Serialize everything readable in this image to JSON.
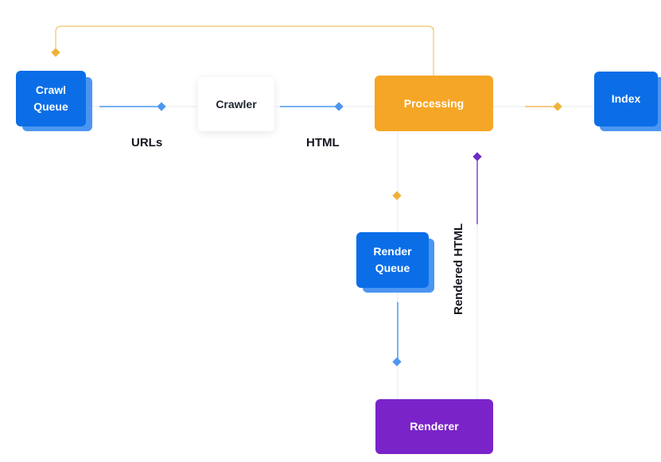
{
  "nodes": {
    "crawl_queue": {
      "line1": "Crawl",
      "line2": "Queue"
    },
    "crawler": {
      "label": "Crawler"
    },
    "processing": {
      "label": "Processing"
    },
    "index": {
      "label": "Index"
    },
    "render_queue": {
      "line1": "Render",
      "line2": "Queue"
    },
    "renderer": {
      "label": "Renderer"
    }
  },
  "edges": {
    "urls": "URLs",
    "html": "HTML",
    "rendered_html": "Rendered HTML"
  },
  "colors": {
    "blue": "#0b6ee7",
    "blue_stack": "#4b95f2",
    "orange": "#f6a626",
    "purple": "#7a23c8",
    "connector_orange": "#f0b13a",
    "connector_blue": "#4c97f0",
    "connector_purple": "#6c2bc4",
    "line_grey": "#e6e8ec"
  }
}
